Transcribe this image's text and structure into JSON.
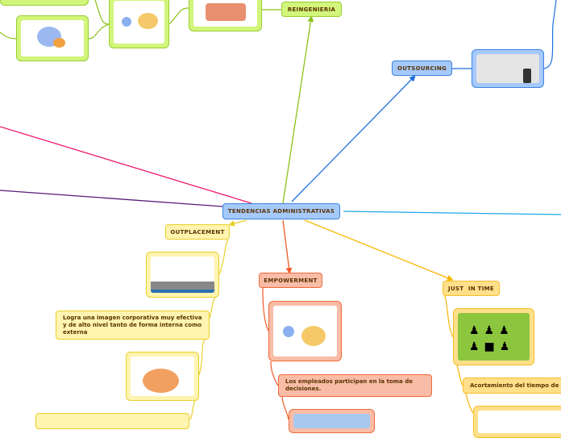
{
  "central": {
    "label": "TENDENCIAS ADMINISTRATIVAS"
  },
  "branches": {
    "reingenieria": {
      "label": "REINGENIERIA"
    },
    "outsourcing": {
      "label": "OUTSOURCING"
    },
    "outplacement": {
      "label": "OUTPLACEMENT",
      "text": "Logra una imagen corporativa muy efectiva y de alto nivel tanto de forma interna como externa"
    },
    "empowerment": {
      "label": "EMPOWERMENT",
      "text": "Los empleados participan en la toma de decisiones."
    },
    "just_in_time": {
      "label": "JUST  IN TIME",
      "text": "Acortamiento del tiempo de e"
    }
  },
  "colors": {
    "reingenieria": "#9acd32",
    "outsourcing": "#1a6fe0",
    "outplacement": "#e8d02a",
    "empowerment": "#f05a28",
    "just_in_time": "#f7b500",
    "pink": "#f0186e",
    "purple": "#5a1a7a",
    "cyan": "#1fa8e8"
  }
}
